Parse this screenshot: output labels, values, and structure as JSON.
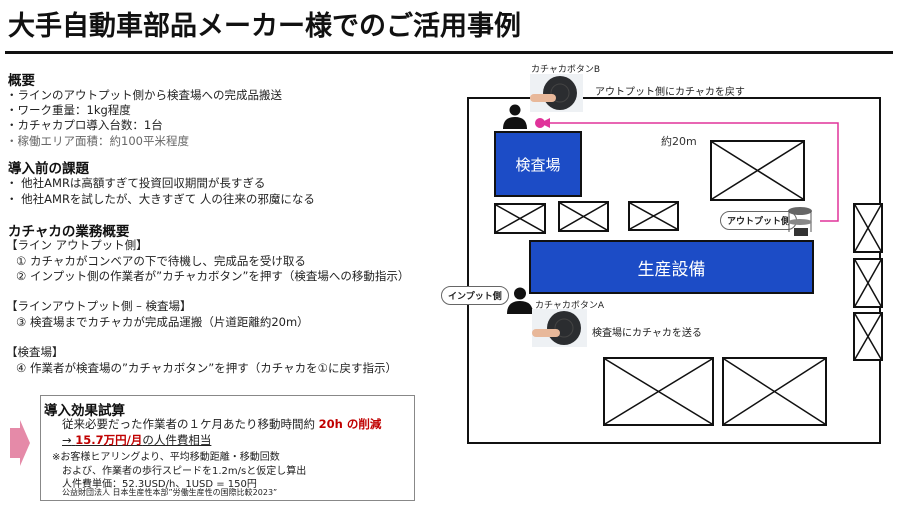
{
  "title": "大手自動車部品メーカー様でのご活用事例",
  "overview": {
    "heading": "概要",
    "lines": [
      "・ラインのアウトプット側から検査場への完成品搬送",
      "・ワーク重量：1kg程度",
      "・カチャカプロ導入台数：1台",
      "・稼働エリア面積：約100平米程度"
    ]
  },
  "issues": {
    "heading": "導入前の課題",
    "lines": [
      "・ 他社AMRは高額すぎて投資回収期間が長すぎる",
      "・ 他社AMRを試したが、大きすぎて 人の往来の邪魔になる"
    ]
  },
  "tasks": {
    "heading": "カチャカの業務概要",
    "section1": "【ライン アウトプット側】",
    "step1": "① カチャカがコンベアの下で待機し、完成品を受け取る",
    "step2": "② インプット側の作業者が”カチャカボタン”を押す（検査場への移動指示）",
    "section2": "【ラインアウトプット側 – 検査場】",
    "step3": "③ 検査場までカチャカが完成品運搬（片道距離約20m）",
    "section3": "【検査場】",
    "step4": "④ 作業者が検査場の”カチャカボタン”を押す（カチャカを①に戻す指示）"
  },
  "effect": {
    "heading": "導入効果試算",
    "line1": "従来必要だった作業者の１ケ月あたり移動時間約",
    "line1_highlight": "20h の削減",
    "arrow": "→",
    "line2_highlight": "15.7万円/月",
    "line2": "の人件費相当",
    "note1": "※お客様ヒアリングより、平均移動距離・移動回数",
    "note2": "および、作業者の歩行スピードを1.2m/sと仮定し算出",
    "note3": "人件費単価：52.3USD/h、1USD = 150円",
    "note4": "公益財団法人 日本生産性本部”労働生産性の国際比較2023”"
  },
  "diagram": {
    "button_b": "カチャカボタンB",
    "button_b_action": "アウトプット側にカチャカを戻す",
    "distance": "約20m",
    "inspection": "検査場",
    "production": "生産設備",
    "output_label": "アウトプット側",
    "input_label": "インプット側",
    "button_a": "カチャカボタンA",
    "button_a_action": "検査場にカチャカを送る",
    "route_color": "#e0339a",
    "block_color": "#1c4cc6"
  }
}
